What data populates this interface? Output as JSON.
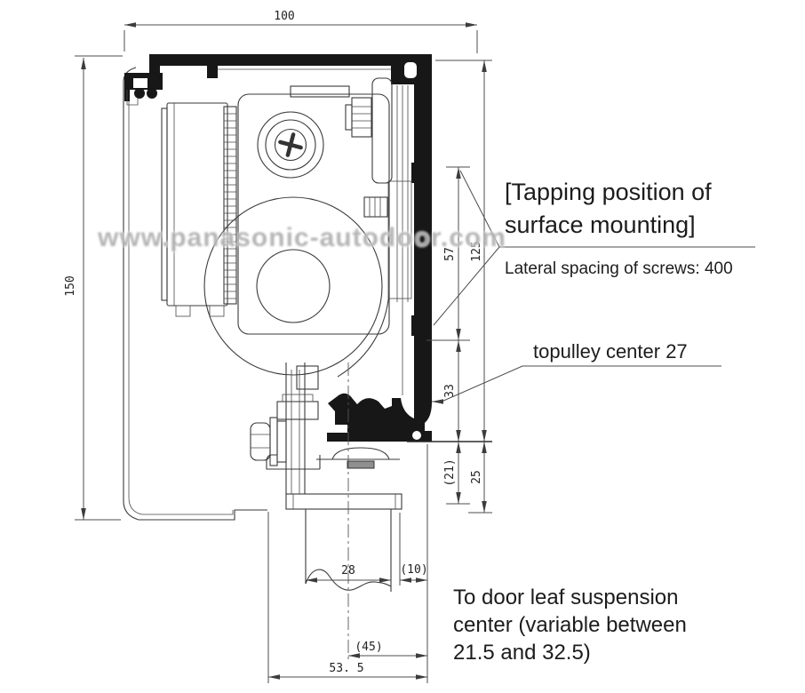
{
  "watermark": {
    "text": "www.panasonic-autodoor.com"
  },
  "callouts": {
    "tapping": {
      "line1": "[Tapping position of",
      "line2": "surface mounting]",
      "subtitle": "Lateral spacing of screws: 400"
    },
    "pulley": {
      "text": "topulley center 27"
    },
    "suspension": {
      "line1": "To door leaf suspension",
      "line2": "center (variable between",
      "line3": "21.5 and 32.5)"
    }
  },
  "dimensions": {
    "overall_width": "100",
    "overall_height": "150",
    "rail_total_height": "125",
    "tapping_span": "57",
    "belt_section": "33",
    "hanger_drop": "(21)",
    "rail_bottom": "25",
    "door_leaf_thickness": "28",
    "side_offset": "(10)",
    "suspension_offset": "(45)",
    "bottom_width": "53. 5"
  },
  "colors": {
    "ink": "#333333",
    "black_fill": "#171717",
    "watermark_gray": "#b0b0b0"
  }
}
